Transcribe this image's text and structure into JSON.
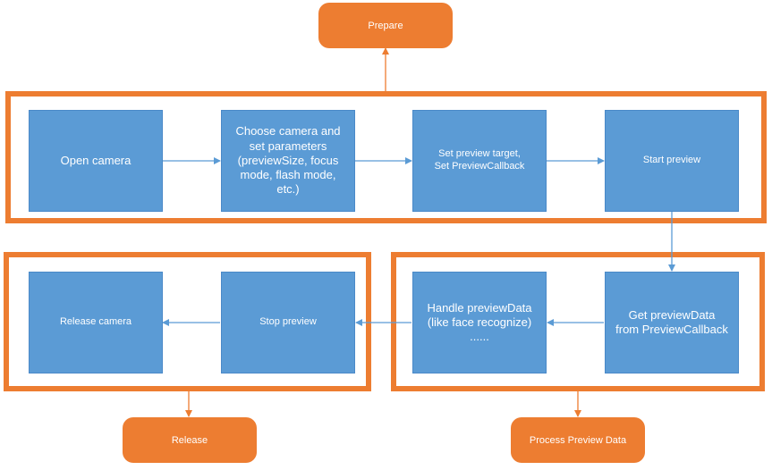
{
  "stages": {
    "prepare": "Prepare",
    "release": "Release",
    "process": "Process Preview Data"
  },
  "steps": {
    "open_camera": "Open camera",
    "choose_camera": "Choose camera and set parameters (previewSize, focus mode, flash mode, etc.)",
    "set_preview_target": "Set preview target,\nSet PreviewCallback",
    "start_preview": "Start preview",
    "get_preview_data": "Get previewData\nfrom PreviewCallback",
    "handle_preview_data": "Handle previewData\n(like face recognize)\n......",
    "stop_preview": "Stop preview",
    "release_camera": "Release camera"
  },
  "colors": {
    "step_fill": "#5B9BD5",
    "stage_fill": "#ED7D31",
    "group_border": "#ED7D31",
    "connector": "#5B9BD5",
    "stage_connector": "#ED7D31"
  }
}
